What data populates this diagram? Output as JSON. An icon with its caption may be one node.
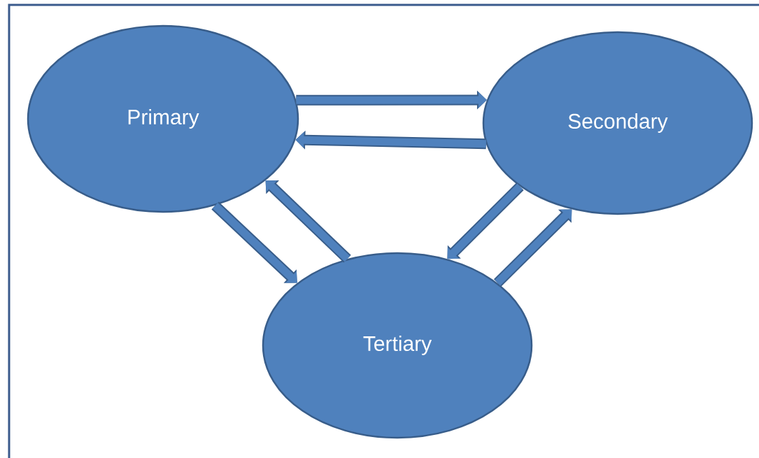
{
  "diagram": {
    "nodes": [
      {
        "text": [
          "Primary"
        ]
      },
      {
        "text": [
          "Secondary"
        ]
      },
      {
        "text": [
          "Tertiary"
        ]
      }
    ],
    "edges": [
      {
        "from": 0,
        "to": 1,
        "arrow": "to"
      },
      {
        "from": 1,
        "to": 0,
        "arrow": "to"
      },
      {
        "from": 0,
        "to": 2,
        "arrow": "to"
      },
      {
        "from": 2,
        "to": 0,
        "arrow": "to"
      },
      {
        "from": 1,
        "to": 2,
        "arrow": "to"
      },
      {
        "from": 2,
        "to": 1,
        "arrow": "to"
      }
    ]
  }
}
